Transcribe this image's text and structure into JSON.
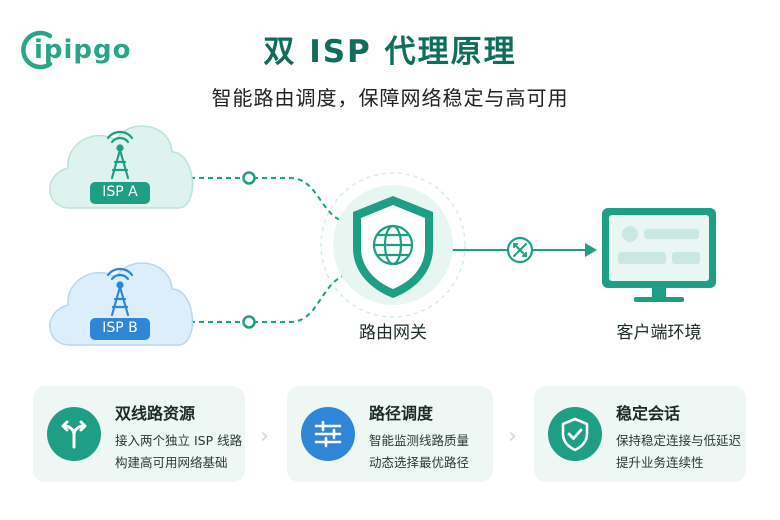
{
  "brand": {
    "logo_text": "ipipgo"
  },
  "header": {
    "title": "双 ISP 代理原理",
    "subtitle": "智能路由调度，保障网络稳定与高可用"
  },
  "diagram": {
    "isp_a": {
      "label": "ISP A"
    },
    "isp_b": {
      "label": "ISP B"
    },
    "gateway": {
      "label": "路由网关"
    },
    "client": {
      "label": "客户端环境"
    }
  },
  "cards": [
    {
      "title": "双线路资源",
      "line1": "接入两个独立 ISP 线路",
      "line2": "构建高可用网络基础",
      "icon": "split-arrows-icon"
    },
    {
      "title": "路径调度",
      "line1": "智能监测线路质量",
      "line2": "动态选择最优路径",
      "icon": "sliders-icon"
    },
    {
      "title": "稳定会话",
      "line1": "保持稳定连接与低延迟",
      "line2": "提升业务连续性",
      "icon": "shield-check-icon"
    }
  ],
  "colors": {
    "primary": "#1f9e86",
    "dark_green": "#0f6d5c",
    "isp_a_fill": "#dff3ee",
    "isp_b_fill": "#dceef9",
    "isp_b_accent": "#2f86d6",
    "card_bg": "#eef7f4"
  }
}
